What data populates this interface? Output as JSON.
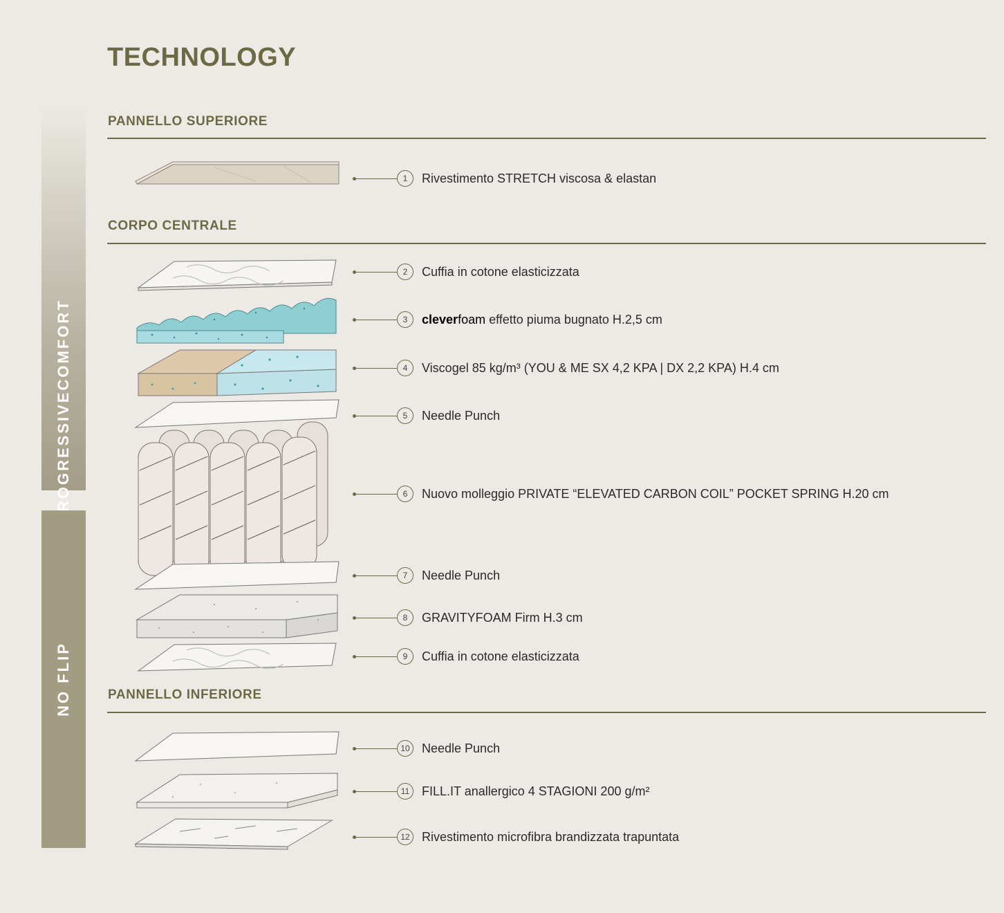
{
  "title": "TECHNOLOGY",
  "side_tabs": {
    "top": "PROGRESSIVECOMFORT",
    "bottom": "NO FLIP"
  },
  "sections": {
    "superiore": "PANNELLO SUPERIORE",
    "centrale": "CORPO CENTRALE",
    "inferiore": "PANNELLO INFERIORE"
  },
  "items": [
    {
      "num": "1",
      "label": "Rivestimento STRETCH viscosa & elastan"
    },
    {
      "num": "2",
      "label": "Cuffia in cotone elasticizzata"
    },
    {
      "num": "3",
      "brand_bold": "clever",
      "brand_rest": "foam",
      "label": " effetto piuma bugnato H.2,5 cm"
    },
    {
      "num": "4",
      "label": "Viscogel 85 kg/m³ (YOU & ME SX 4,2 KPA | DX 2,2 KPA) H.4 cm"
    },
    {
      "num": "5",
      "label": "Needle Punch"
    },
    {
      "num": "6",
      "label": "Nuovo molleggio PRIVATE “ELEVATED CARBON COIL” POCKET SPRING H.20 cm"
    },
    {
      "num": "7",
      "label": "Needle Punch"
    },
    {
      "num": "8",
      "label": "GRAVITYFOAM Firm H.3 cm"
    },
    {
      "num": "9",
      "label": "Cuffia in cotone elasticizzata"
    },
    {
      "num": "10",
      "label": "Needle Punch"
    },
    {
      "num": "11",
      "label": "FILL.IT anallergico 4 STAGIONI 200 g/m²"
    },
    {
      "num": "12",
      "label": "Rivestimento microfibra brandizzata trapuntata"
    }
  ],
  "colors": {
    "accent": "#6c6a45",
    "background": "#edeae5",
    "tab": "#a19c82"
  }
}
